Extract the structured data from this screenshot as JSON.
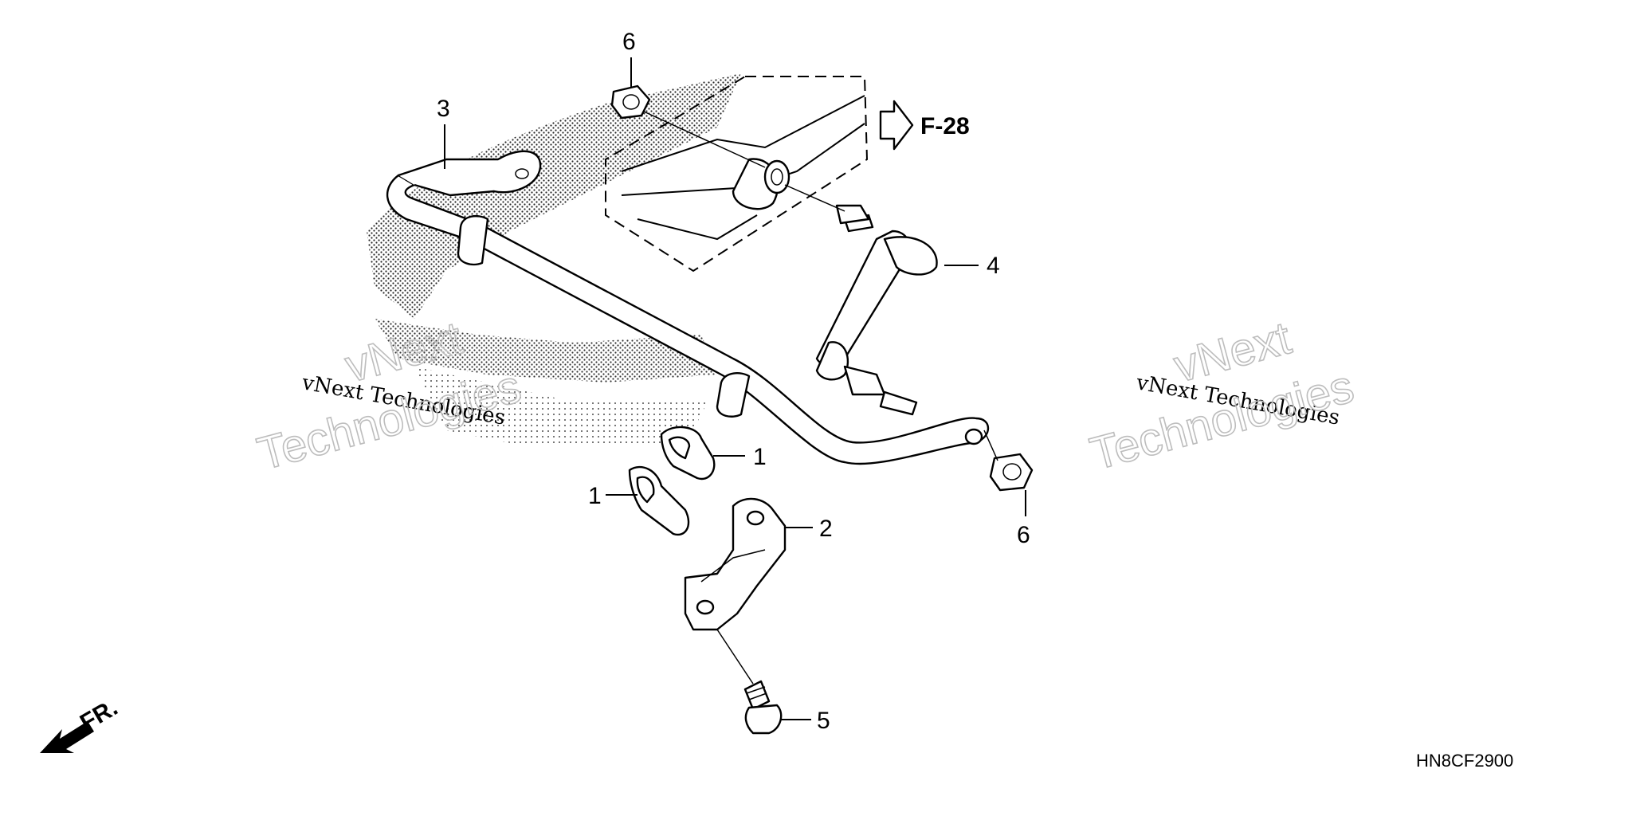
{
  "diagram": {
    "reference_label": "F-28",
    "front_label": "FR.",
    "figure_code": "HN8CF2900",
    "callouts": {
      "c1a": "1",
      "c1b": "1",
      "c2": "2",
      "c3": "3",
      "c4": "4",
      "c5": "5",
      "c6a": "6",
      "c6b": "6"
    },
    "watermarks": {
      "left_small": "vNext Technologies",
      "left_big_1": "vNext",
      "left_big_2": "Technologies",
      "right_small": "vNext Technologies",
      "right_big_1": "vNext",
      "right_big_2": "Technologies"
    }
  }
}
